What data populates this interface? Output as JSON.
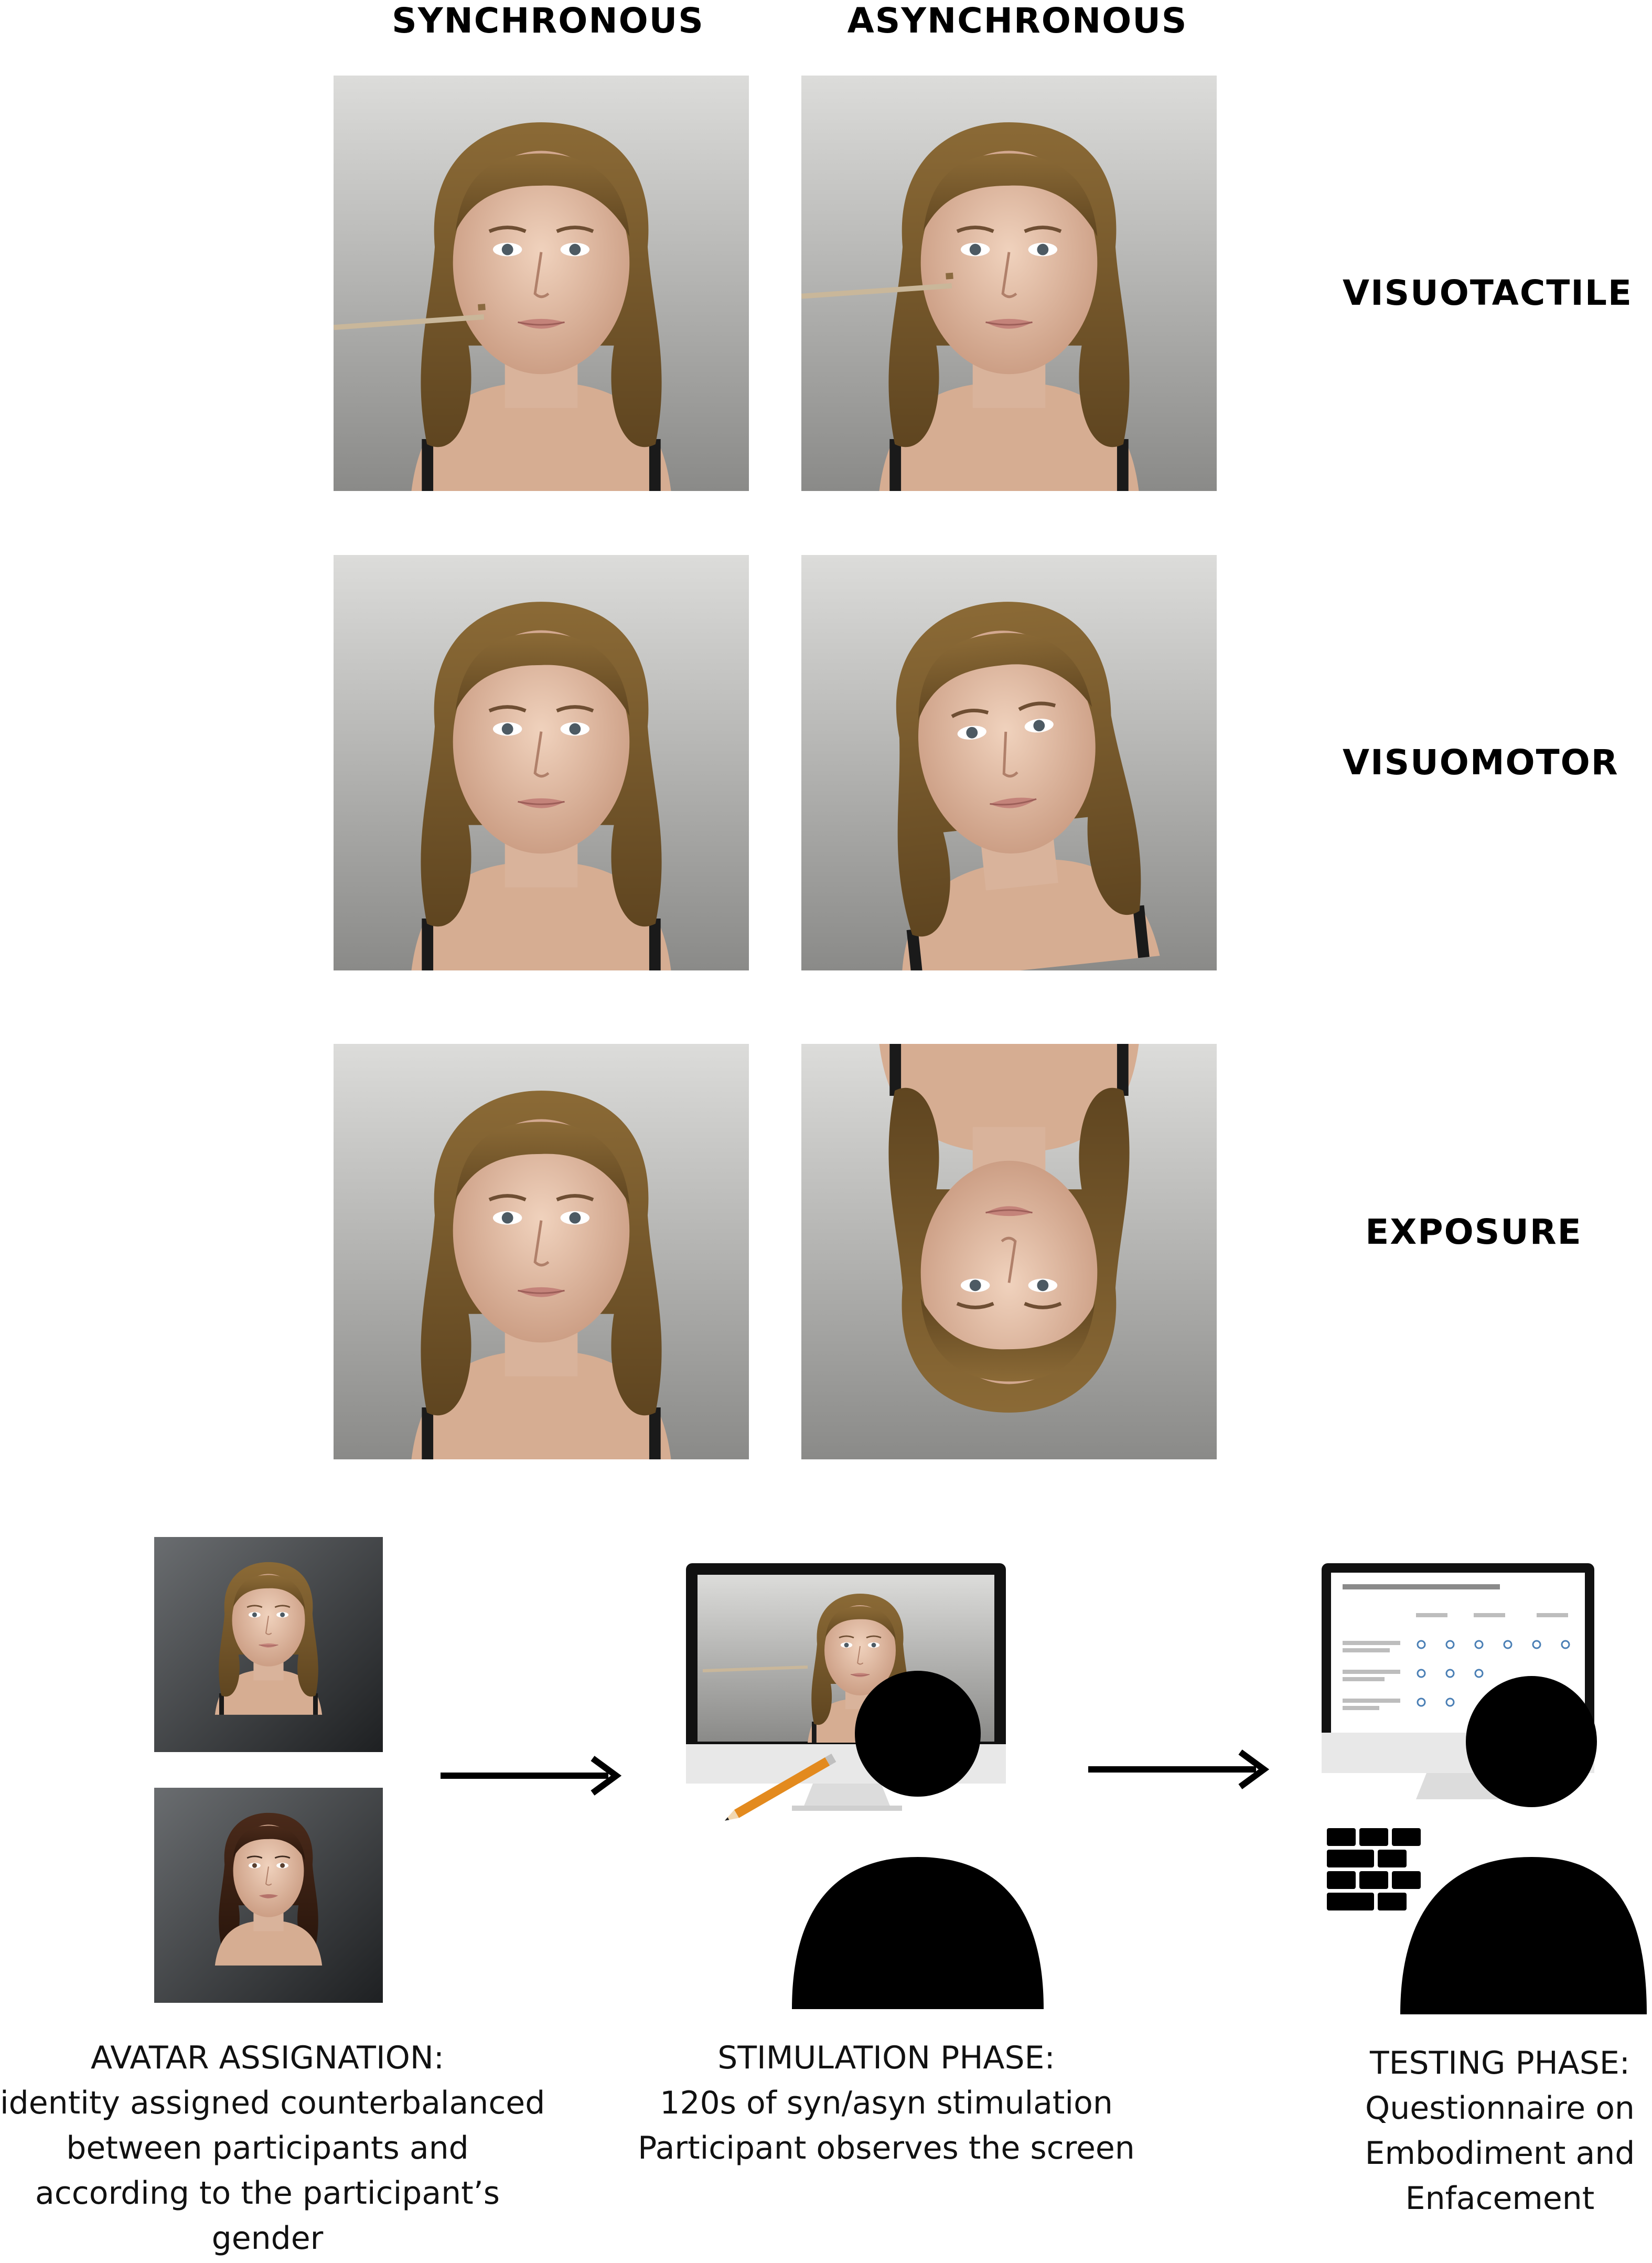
{
  "columns": {
    "synchronous": "SYNCHRONOUS",
    "asynchronous": "ASYNCHRONOUS"
  },
  "rows": {
    "visuotactile": "VISUOTACTILE",
    "visuomotor": "VISUOMOTOR",
    "exposure": "EXPOSURE"
  },
  "phases": {
    "avatar": {
      "lines": [
        "AVATAR ASSIGNATION:",
        "identity assigned counterbalanced",
        "between participants and",
        "according to the participant’s",
        "gender"
      ]
    },
    "stimulation": {
      "lines": [
        "STIMULATION PHASE:",
        "120s of syn/asyn stimulation",
        "Participant observes the screen"
      ]
    },
    "testing": {
      "lines": [
        "TESTING PHASE:",
        "Questionnaire on",
        "Embodiment and",
        "Enfacement"
      ]
    }
  },
  "colors": {
    "hair": "#7a5a2a",
    "skin": "#e6c2aa",
    "background_top": "#d8d8d6",
    "background_bottom": "#8e8e8c",
    "silhouette": "#000000"
  }
}
